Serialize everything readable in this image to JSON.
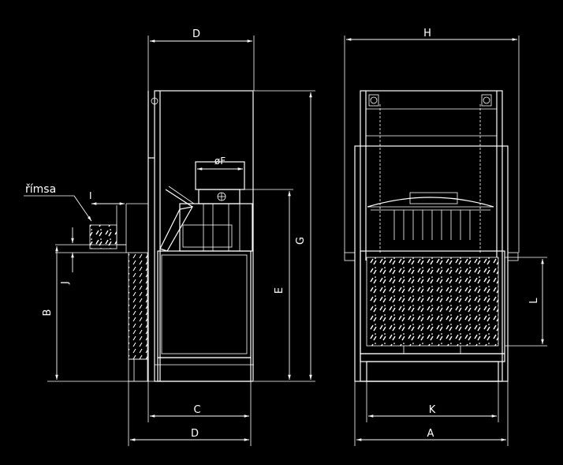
{
  "labels": {
    "D_top": "D",
    "H": "H",
    "F": "øF",
    "rimsa": "římsa",
    "I": "I",
    "G": "G",
    "E": "E",
    "J": "J",
    "B": "B",
    "L": "L",
    "C": "C",
    "K": "K",
    "D_bottom": "D",
    "A": "A"
  },
  "colors": {
    "background": "#000000",
    "lines": "#ffffff"
  }
}
